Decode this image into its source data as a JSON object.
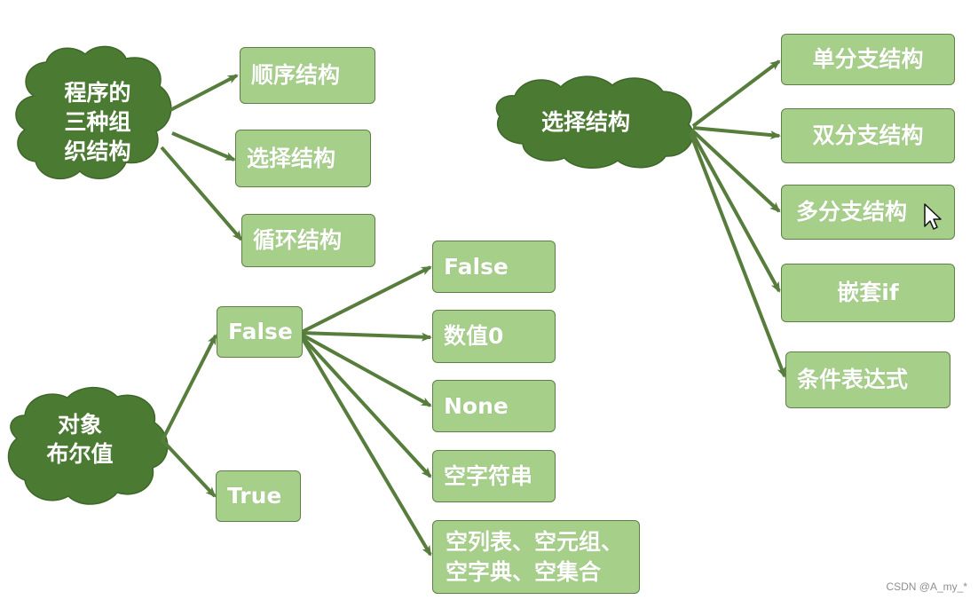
{
  "colors": {
    "cloud": "#4b7a32",
    "arrow": "#567d3c",
    "box": "#a6cf8a",
    "box_border": "#5f7f49",
    "text": "#ffffff"
  },
  "diagram": {
    "program_structures": {
      "root": "程序的\n三种组\n织结构",
      "children": [
        "顺序结构",
        "选择结构",
        "循环结构"
      ]
    },
    "selection": {
      "root": "选择结构",
      "children": [
        "单分支结构",
        "双分支结构",
        "多分支结构",
        "嵌套if",
        "条件表达式"
      ]
    },
    "boolean": {
      "root": "对象\n布尔值",
      "false_label": "False",
      "true_label": "True",
      "false_children": [
        "False",
        "数值0",
        "None",
        "空字符串",
        "空列表、空元组、\n空字典、空集合"
      ]
    }
  },
  "watermark": "CSDN @A_my_*"
}
